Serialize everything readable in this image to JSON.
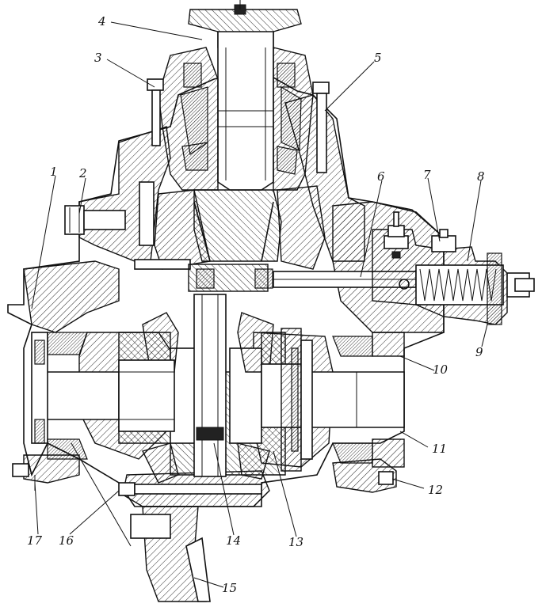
{
  "diagram": {
    "callouts": [
      {
        "id": "1",
        "label": "1"
      },
      {
        "id": "2",
        "label": "2"
      },
      {
        "id": "3",
        "label": "3"
      },
      {
        "id": "4",
        "label": "4"
      },
      {
        "id": "5",
        "label": "5"
      },
      {
        "id": "6",
        "label": "6"
      },
      {
        "id": "7",
        "label": "7"
      },
      {
        "id": "8",
        "label": "8"
      },
      {
        "id": "9",
        "label": "9"
      },
      {
        "id": "10",
        "label": "10"
      },
      {
        "id": "11",
        "label": "11"
      },
      {
        "id": "12",
        "label": "12"
      },
      {
        "id": "13",
        "label": "13"
      },
      {
        "id": "14",
        "label": "14"
      },
      {
        "id": "15",
        "label": "15"
      },
      {
        "id": "16",
        "label": "16"
      },
      {
        "id": "17",
        "label": "17"
      }
    ],
    "colors": {
      "ink": "#111111",
      "paper": "#ffffff"
    }
  }
}
